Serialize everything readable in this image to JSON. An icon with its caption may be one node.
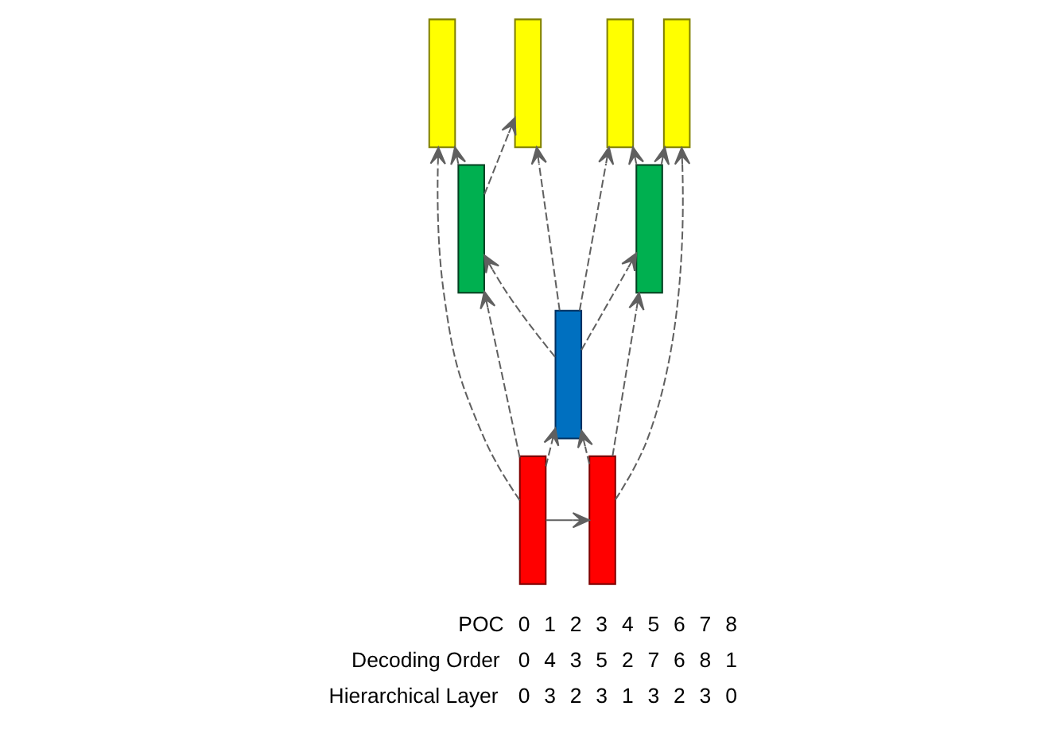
{
  "diagram": {
    "nodes": [
      {
        "text": [],
        "shape": "bar"
      },
      {
        "text": [],
        "shape": "bar"
      },
      {
        "text": [],
        "shape": "bar"
      },
      {
        "text": [],
        "shape": "bar"
      },
      {
        "text": [],
        "shape": "bar"
      },
      {
        "text": [],
        "shape": "bar"
      },
      {
        "text": [],
        "shape": "bar"
      },
      {
        "text": [],
        "shape": "bar"
      },
      {
        "text": [],
        "shape": "bar"
      }
    ],
    "edges": [
      {
        "from": 0,
        "to": 8,
        "arrow": "to"
      },
      {
        "from": 0,
        "to": 4,
        "arrow": "to",
        "style": "dashed"
      },
      {
        "from": 8,
        "to": 4,
        "arrow": "to",
        "style": "dashed"
      },
      {
        "from": 0,
        "to": 2,
        "arrow": "to",
        "style": "dashed"
      },
      {
        "from": 4,
        "to": 2,
        "arrow": "to",
        "style": "dashed"
      },
      {
        "from": 4,
        "to": 6,
        "arrow": "to",
        "style": "dashed"
      },
      {
        "from": 8,
        "to": 6,
        "arrow": "to",
        "style": "dashed"
      },
      {
        "from": 0,
        "to": 1,
        "arrow": "to",
        "style": "dashed"
      },
      {
        "from": 2,
        "to": 1,
        "arrow": "to",
        "style": "dashed"
      },
      {
        "from": 2,
        "to": 3,
        "arrow": "to",
        "style": "dashed"
      },
      {
        "from": 4,
        "to": 3,
        "arrow": "to",
        "style": "dashed"
      },
      {
        "from": 4,
        "to": 5,
        "arrow": "to",
        "style": "dashed"
      },
      {
        "from": 6,
        "to": 5,
        "arrow": "to",
        "style": "dashed"
      },
      {
        "from": 6,
        "to": 7,
        "arrow": "to",
        "style": "dashed"
      },
      {
        "from": 8,
        "to": 7,
        "arrow": "to",
        "style": "dashed"
      }
    ],
    "labels": [
      "POC",
      "0",
      "1",
      "2",
      "3",
      "4",
      "5",
      "6",
      "7",
      "8",
      "Decoding Order",
      "0",
      "4",
      "3",
      "5",
      "2",
      "7",
      "6",
      "8",
      "1",
      "Hierarchical Layer",
      "0",
      "3",
      "2",
      "3",
      "1",
      "3",
      "2",
      "3",
      "0"
    ]
  }
}
